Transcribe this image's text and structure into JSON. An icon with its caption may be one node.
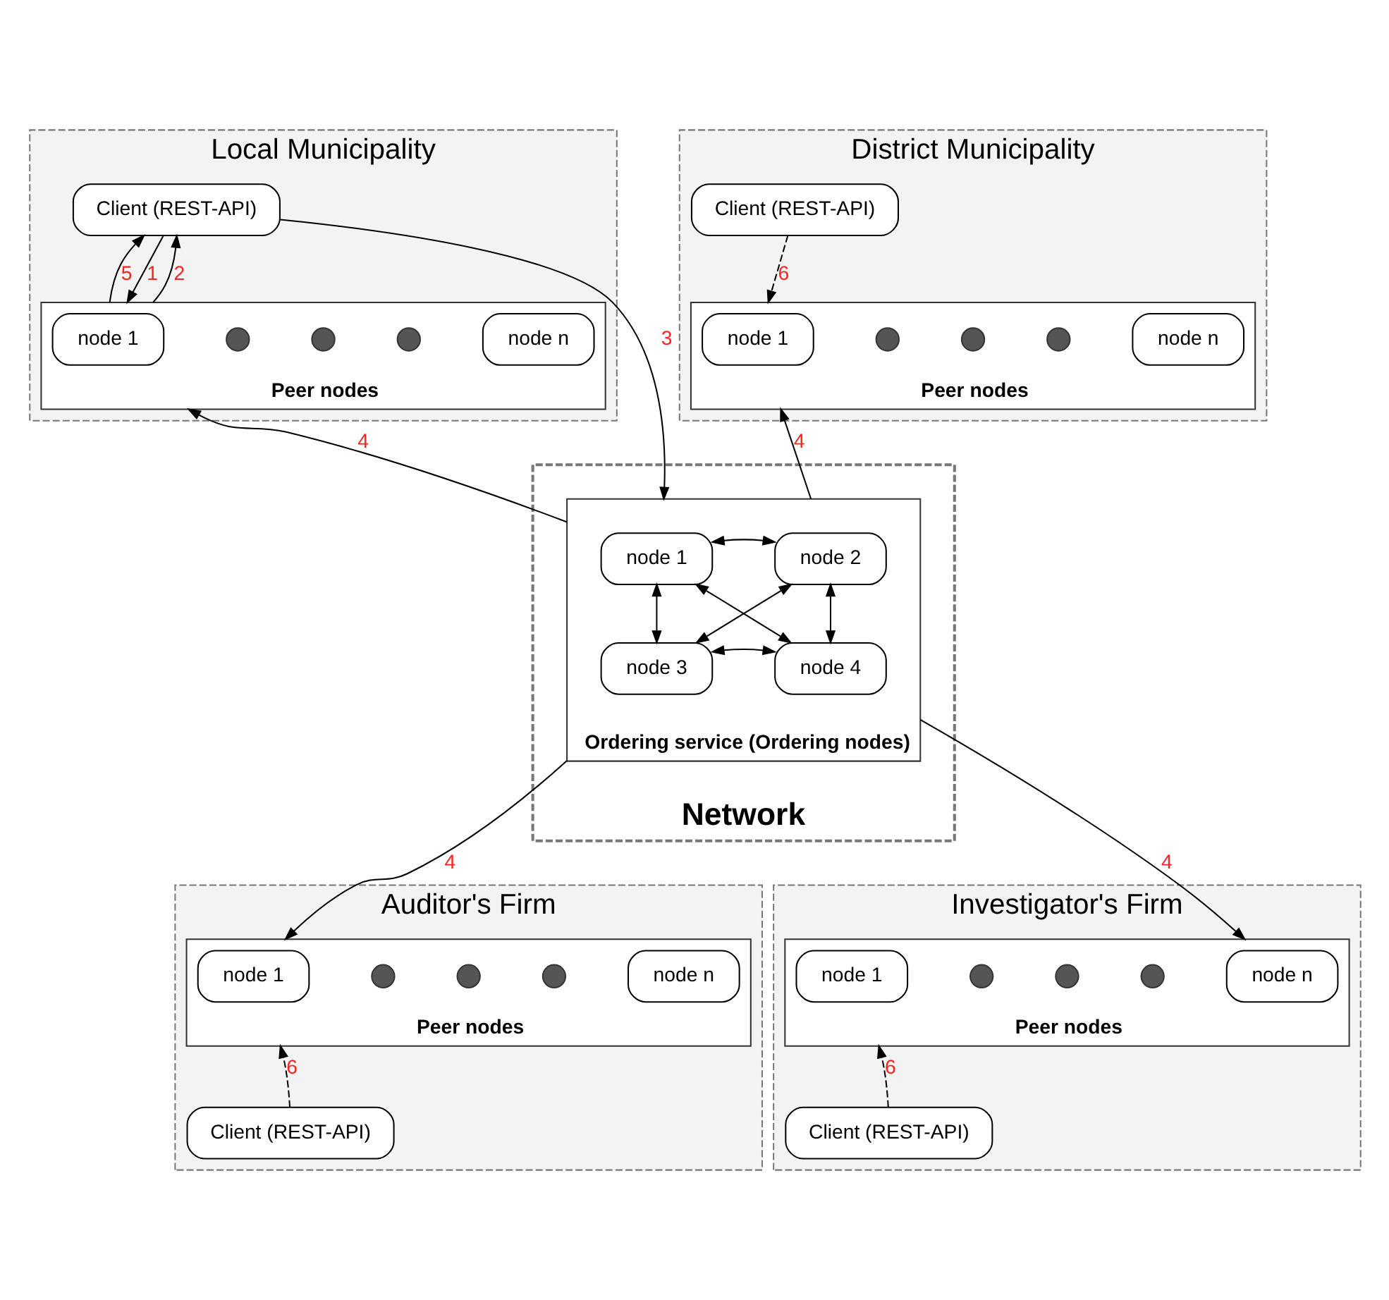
{
  "diagram": {
    "nodes": [
      {
        "text": [
          "Local Municipality"
        ]
      },
      {
        "text": [
          "Client (REST-API)"
        ],
        "in": 0
      },
      {
        "text": [
          "Peer nodes"
        ],
        "in": 0
      },
      {
        "text": [
          "node 1"
        ],
        "in": 2
      },
      {
        "text": [],
        "shape": "circle",
        "in": 2
      },
      {
        "text": [],
        "shape": "circle",
        "in": 2
      },
      {
        "text": [],
        "shape": "circle",
        "in": 2
      },
      {
        "text": [
          "node n"
        ],
        "in": 2
      },
      {
        "text": [
          "District Municipality"
        ]
      },
      {
        "text": [
          "Client (REST-API)"
        ],
        "in": 8
      },
      {
        "text": [
          "Peer nodes"
        ],
        "in": 8
      },
      {
        "text": [
          "node 1"
        ],
        "in": 10
      },
      {
        "text": [],
        "shape": "circle",
        "in": 10
      },
      {
        "text": [],
        "shape": "circle",
        "in": 10
      },
      {
        "text": [],
        "shape": "circle",
        "in": 10
      },
      {
        "text": [
          "node n"
        ],
        "in": 10
      },
      {
        "text": [
          "Network"
        ]
      },
      {
        "text": [
          "Ordering service (Ordering nodes)"
        ],
        "in": 16
      },
      {
        "text": [
          "node 1"
        ],
        "in": 17
      },
      {
        "text": [
          "node 2"
        ],
        "in": 17
      },
      {
        "text": [
          "node 3"
        ],
        "in": 17
      },
      {
        "text": [
          "node 4"
        ],
        "in": 17
      },
      {
        "text": [
          "Auditor's Firm"
        ]
      },
      {
        "text": [
          "Peer nodes"
        ],
        "in": 22
      },
      {
        "text": [
          "node 1"
        ],
        "in": 23
      },
      {
        "text": [],
        "shape": "circle",
        "in": 23
      },
      {
        "text": [],
        "shape": "circle",
        "in": 23
      },
      {
        "text": [],
        "shape": "circle",
        "in": 23
      },
      {
        "text": [
          "node n"
        ],
        "in": 23
      },
      {
        "text": [
          "Client (REST-API)"
        ],
        "in": 22
      },
      {
        "text": [
          "Investigator's Firm"
        ]
      },
      {
        "text": [
          "Peer nodes"
        ],
        "in": 30
      },
      {
        "text": [
          "node 1"
        ],
        "in": 31
      },
      {
        "text": [],
        "shape": "circle",
        "in": 31
      },
      {
        "text": [],
        "shape": "circle",
        "in": 31
      },
      {
        "text": [],
        "shape": "circle",
        "in": 31
      },
      {
        "text": [
          "node n"
        ],
        "in": 31
      },
      {
        "text": [
          "Client (REST-API)"
        ],
        "in": 30
      }
    ],
    "edges": [
      {
        "from": 1,
        "to": 2,
        "arrow": "to",
        "label": "1"
      },
      {
        "from": 2,
        "to": 1,
        "arrow": "to",
        "label": "2"
      },
      {
        "from": 2,
        "to": 1,
        "arrow": "to",
        "label": "5"
      },
      {
        "from": 1,
        "to": 17,
        "arrow": "to",
        "label": "3"
      },
      {
        "from": 9,
        "to": 10,
        "arrow": "to",
        "label": "6",
        "style": "dashed"
      },
      {
        "from": 17,
        "to": 2,
        "arrow": "to",
        "label": "4"
      },
      {
        "from": 17,
        "to": 10,
        "arrow": "to",
        "label": "4"
      },
      {
        "from": 17,
        "to": 23,
        "arrow": "to",
        "label": "4"
      },
      {
        "from": 17,
        "to": 31,
        "arrow": "to",
        "label": "4"
      },
      {
        "from": 18,
        "to": 19,
        "arrow": "both"
      },
      {
        "from": 18,
        "to": 20,
        "arrow": "both"
      },
      {
        "from": 18,
        "to": 21,
        "arrow": "both"
      },
      {
        "from": 19,
        "to": 20,
        "arrow": "both"
      },
      {
        "from": 19,
        "to": 21,
        "arrow": "both"
      },
      {
        "from": 20,
        "to": 21,
        "arrow": "both"
      },
      {
        "from": 29,
        "to": 23,
        "arrow": "to",
        "label": "6",
        "style": "dashed"
      },
      {
        "from": 37,
        "to": 31,
        "arrow": "to",
        "label": "6",
        "style": "dashed"
      }
    ]
  }
}
